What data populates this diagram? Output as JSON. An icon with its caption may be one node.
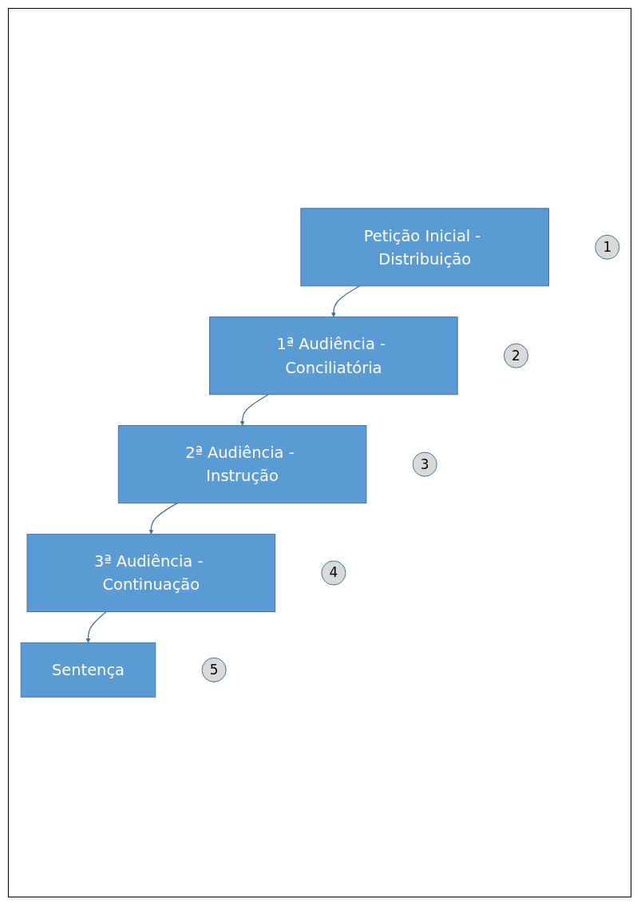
{
  "diagram": {
    "nodes": [
      {
        "text": [
          "Petição Inicial - Distribuição"
        ]
      },
      {
        "text": [
          "1"
        ]
      },
      {
        "text": [
          "1ª Audiência - Conciliatória"
        ]
      },
      {
        "text": [
          "2"
        ]
      },
      {
        "text": [
          "2ª Audiência - Instrução"
        ]
      },
      {
        "text": [
          "3"
        ]
      },
      {
        "text": [
          "3ª Audiência - Continuação"
        ]
      },
      {
        "text": [
          "4"
        ]
      },
      {
        "text": [
          "Sentença"
        ]
      },
      {
        "text": [
          "5"
        ]
      }
    ],
    "edges": [
      {
        "from": 0,
        "to": 2,
        "arrow": "to"
      },
      {
        "from": 2,
        "to": 4,
        "arrow": "to"
      },
      {
        "from": 4,
        "to": 6,
        "arrow": "to"
      },
      {
        "from": 6,
        "to": 8,
        "arrow": "to"
      }
    ]
  }
}
